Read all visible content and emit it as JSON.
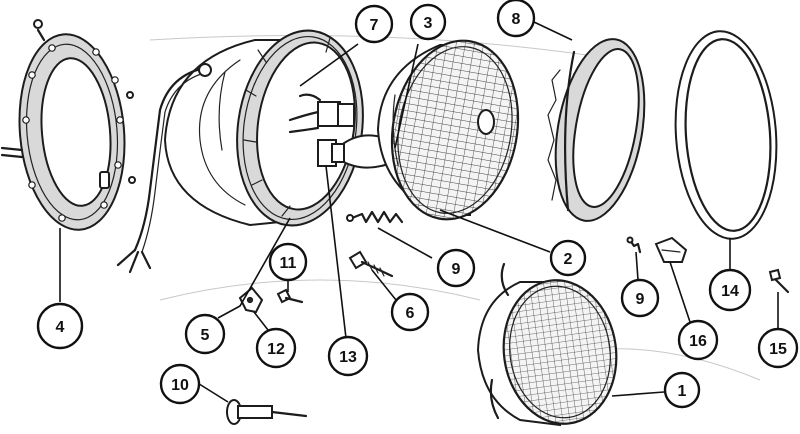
{
  "callouts": [
    {
      "label": "1"
    },
    {
      "label": "2"
    },
    {
      "label": "3"
    },
    {
      "label": "4"
    },
    {
      "label": "5"
    },
    {
      "label": "6"
    },
    {
      "label": "7"
    },
    {
      "label": "8"
    },
    {
      "label": "9"
    },
    {
      "label": "9"
    },
    {
      "label": "10"
    },
    {
      "label": "11"
    },
    {
      "label": "12"
    },
    {
      "label": "13"
    },
    {
      "label": "14"
    },
    {
      "label": "15"
    },
    {
      "label": "16"
    }
  ]
}
